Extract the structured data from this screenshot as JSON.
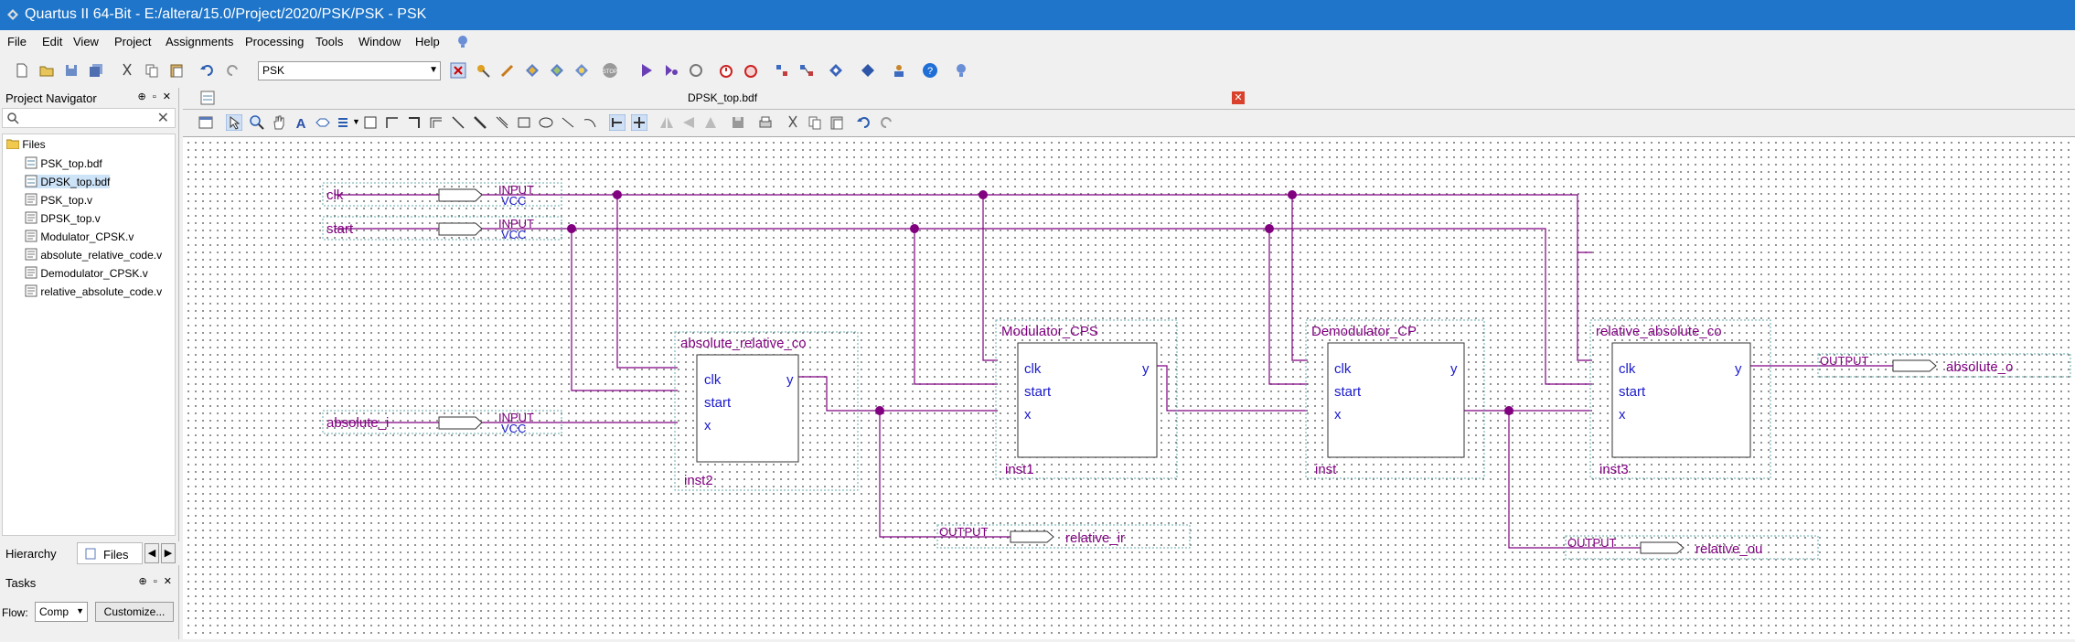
{
  "window": {
    "title": "Quartus II 64-Bit - E:/altera/15.0/Project/2020/PSK/PSK - PSK"
  },
  "menu": [
    "File",
    "Edit",
    "View",
    "Project",
    "Assignments",
    "Processing",
    "Tools",
    "Window",
    "Help"
  ],
  "toolbar": {
    "project_combo": "PSK"
  },
  "navigator": {
    "title": "Project Navigator",
    "root": "Files",
    "files": [
      "PSK_top.bdf",
      "DPSK_top.bdf",
      "PSK_top.v",
      "DPSK_top.v",
      "Modulator_CPSK.v",
      "absolute_relative_code.v",
      "Demodulator_CPSK.v",
      "relative_absolute_code.v"
    ],
    "selected_index": 1,
    "tab_hierarchy": "Hierarchy",
    "tab_files": "Files"
  },
  "tasks": {
    "title": "Tasks",
    "flow_label": "Flow:",
    "flow_value": "Comp",
    "customize": "Customize..."
  },
  "editor": {
    "tab_title": "DPSK_top.bdf"
  },
  "schematic": {
    "inputs": [
      {
        "name": "clk",
        "tag": "INPUT",
        "vcc": "VCC"
      },
      {
        "name": "start",
        "tag": "INPUT",
        "vcc": "VCC"
      },
      {
        "name": "absolute_i",
        "tag": "INPUT",
        "vcc": "VCC"
      }
    ],
    "blocks": [
      {
        "title": "absolute_relative_co",
        "inst": "inst2",
        "ports": [
          "clk",
          "start",
          "x"
        ],
        "out": "y"
      },
      {
        "title": "Modulator_CPS",
        "inst": "inst1",
        "ports": [
          "clk",
          "start",
          "x"
        ],
        "out": "y"
      },
      {
        "title": "Demodulator_CP",
        "inst": "inst",
        "ports": [
          "clk",
          "start",
          "x"
        ],
        "out": "y"
      },
      {
        "title": "relative_absolute_co",
        "inst": "inst3",
        "ports": [
          "clk",
          "start",
          "x"
        ],
        "out": "y"
      }
    ],
    "outputs": [
      {
        "name": "relative_ir",
        "tag": "OUTPUT"
      },
      {
        "name": "relative_ou",
        "tag": "OUTPUT"
      },
      {
        "name": "absolute_o",
        "tag": "OUTPUT"
      }
    ]
  },
  "colors": {
    "titlebar": "#1e75c9",
    "wire": "#800080",
    "port": "#1a1acc",
    "label": "#800080"
  }
}
